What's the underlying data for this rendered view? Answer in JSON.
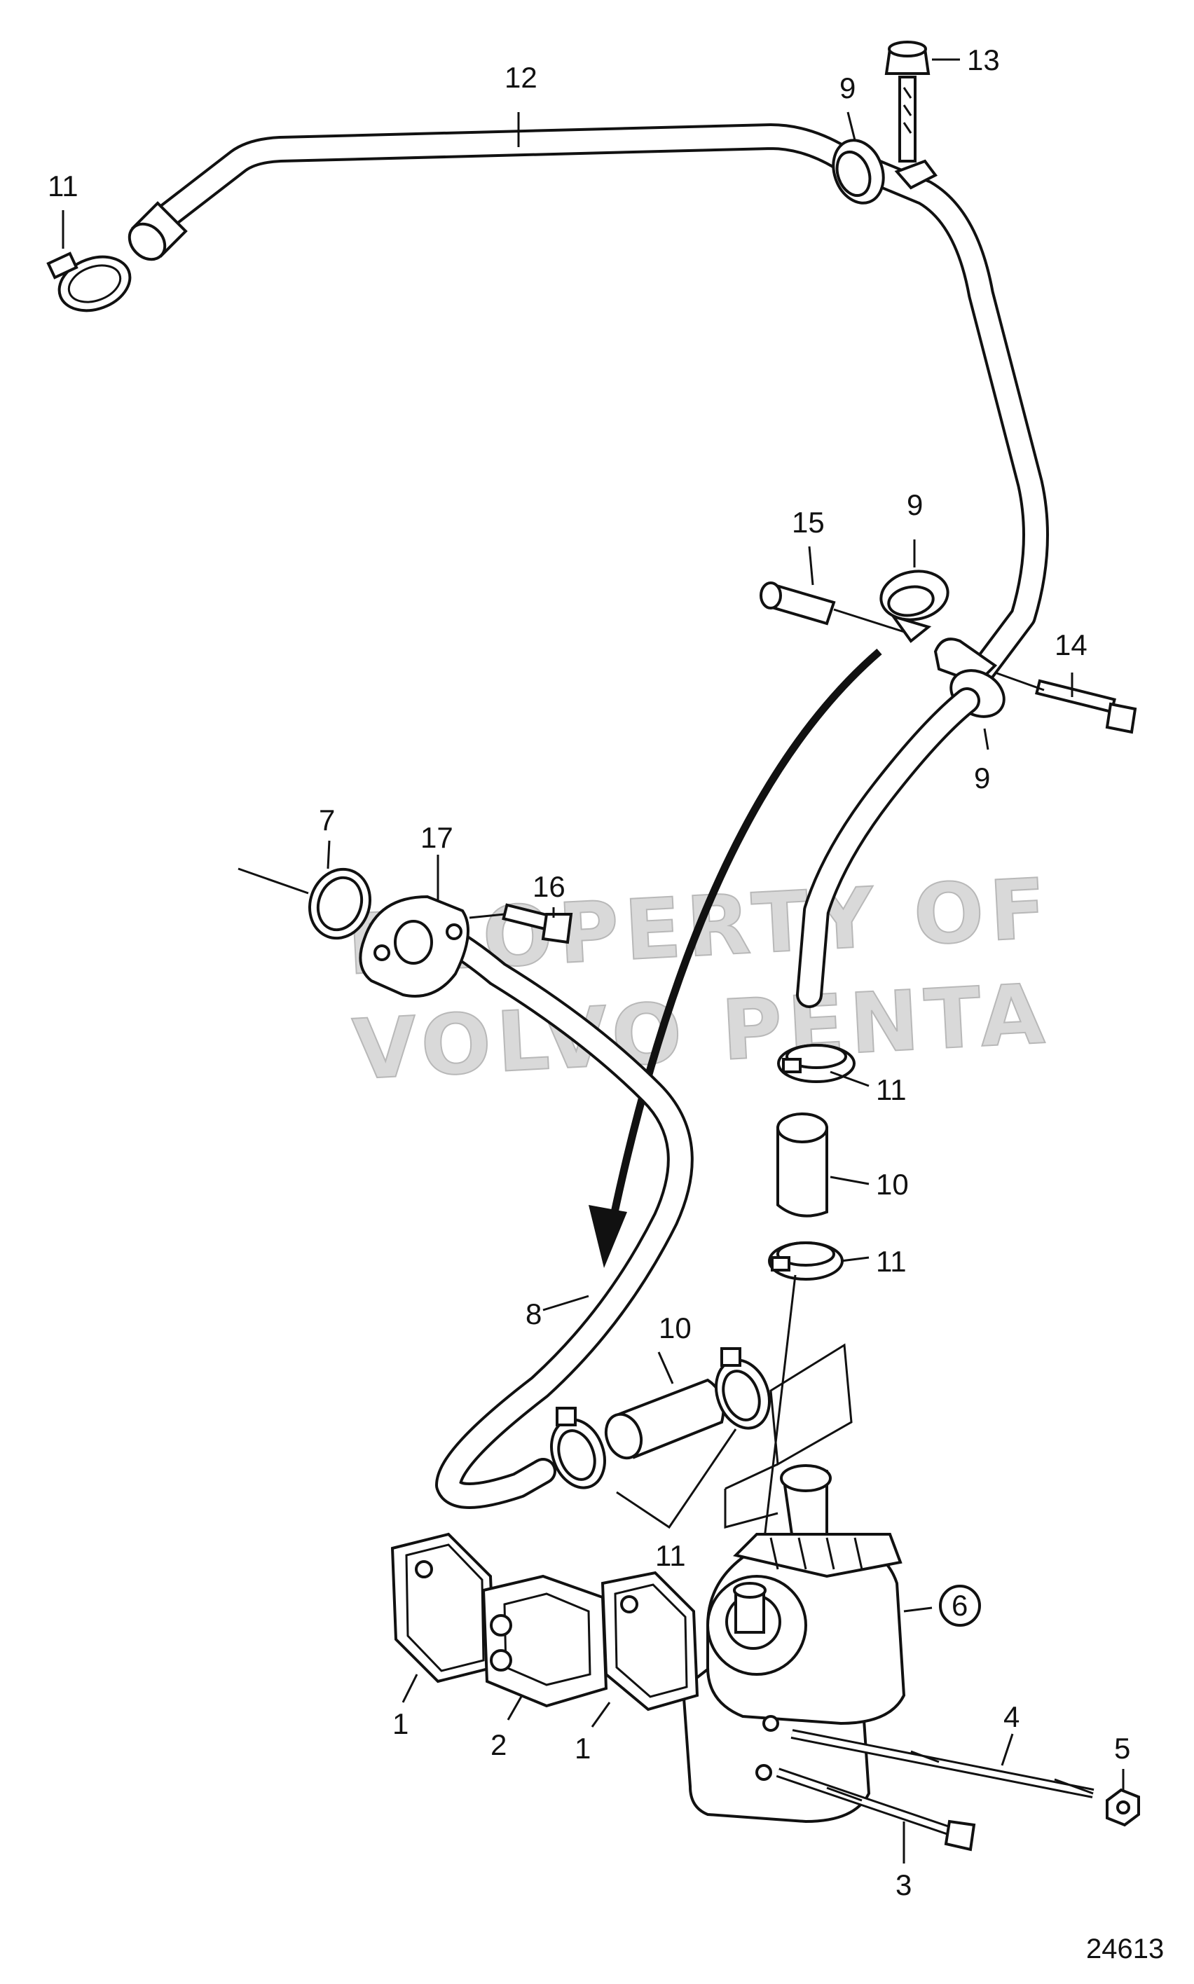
{
  "diagram": {
    "drawing_number": "24613",
    "watermark_lines": [
      "PROPERTY OF",
      "VOLVO PENTA"
    ],
    "callouts": [
      {
        "id": "c12",
        "text": "12"
      },
      {
        "id": "c9a",
        "text": "9"
      },
      {
        "id": "c13",
        "text": "13"
      },
      {
        "id": "c11a",
        "text": "11"
      },
      {
        "id": "c15",
        "text": "15"
      },
      {
        "id": "c9b",
        "text": "9"
      },
      {
        "id": "c14",
        "text": "14"
      },
      {
        "id": "c9c",
        "text": "9"
      },
      {
        "id": "c7",
        "text": "7"
      },
      {
        "id": "c17",
        "text": "17"
      },
      {
        "id": "c16",
        "text": "16"
      },
      {
        "id": "c11b",
        "text": "11"
      },
      {
        "id": "c10a",
        "text": "10"
      },
      {
        "id": "c11c",
        "text": "11"
      },
      {
        "id": "c8",
        "text": "8"
      },
      {
        "id": "c10b",
        "text": "10"
      },
      {
        "id": "c11d",
        "text": "11"
      },
      {
        "id": "c6",
        "text": "6"
      },
      {
        "id": "c1a",
        "text": "1"
      },
      {
        "id": "c2",
        "text": "2"
      },
      {
        "id": "c1b",
        "text": "1"
      },
      {
        "id": "c4",
        "text": "4"
      },
      {
        "id": "c5",
        "text": "5"
      },
      {
        "id": "c3",
        "text": "3"
      }
    ]
  }
}
